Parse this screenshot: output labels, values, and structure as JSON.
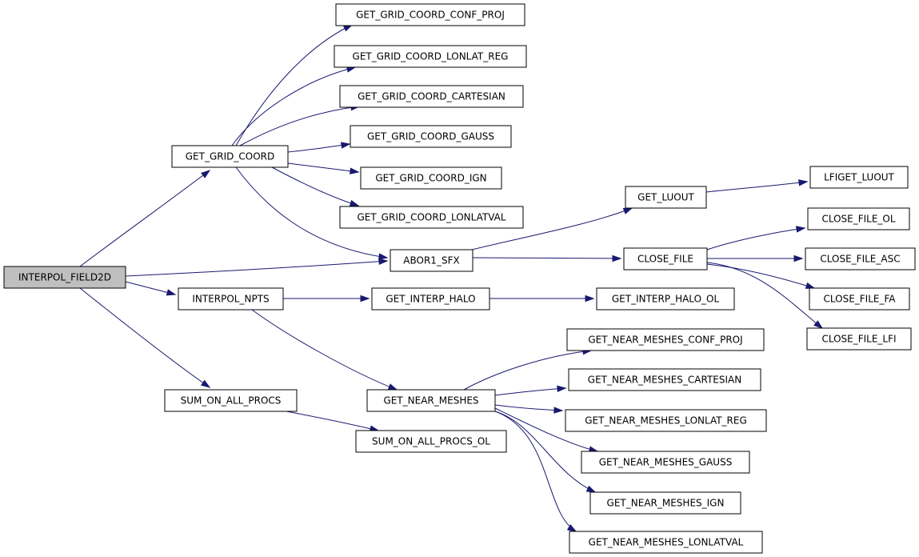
{
  "graph": {
    "nodes": [
      {
        "id": "interpol_field2d",
        "label": "INTERPOL_FIELD2D",
        "root": true
      },
      {
        "id": "get_grid_coord",
        "label": "GET_GRID_COORD"
      },
      {
        "id": "interpol_npts",
        "label": "INTERPOL_NPTS"
      },
      {
        "id": "sum_on_all_procs",
        "label": "SUM_ON_ALL_PROCS"
      },
      {
        "id": "abor1_sfx",
        "label": "ABOR1_SFX"
      },
      {
        "id": "get_grid_coord_conf_proj",
        "label": "GET_GRID_COORD_CONF_PROJ"
      },
      {
        "id": "get_grid_coord_lonlat_reg",
        "label": "GET_GRID_COORD_LONLAT_REG"
      },
      {
        "id": "get_grid_coord_cartesian",
        "label": "GET_GRID_COORD_CARTESIAN"
      },
      {
        "id": "get_grid_coord_gauss",
        "label": "GET_GRID_COORD_GAUSS"
      },
      {
        "id": "get_grid_coord_ign",
        "label": "GET_GRID_COORD_IGN"
      },
      {
        "id": "get_grid_coord_lonlatval",
        "label": "GET_GRID_COORD_LONLATVAL"
      },
      {
        "id": "get_interp_halo",
        "label": "GET_INTERP_HALO"
      },
      {
        "id": "get_near_meshes",
        "label": "GET_NEAR_MESHES"
      },
      {
        "id": "sum_on_all_procs_ol",
        "label": "SUM_ON_ALL_PROCS_OL"
      },
      {
        "id": "get_luout",
        "label": "GET_LUOUT"
      },
      {
        "id": "close_file",
        "label": "CLOSE_FILE"
      },
      {
        "id": "get_interp_halo_ol",
        "label": "GET_INTERP_HALO_OL"
      },
      {
        "id": "get_near_meshes_conf_proj",
        "label": "GET_NEAR_MESHES_CONF_PROJ"
      },
      {
        "id": "get_near_meshes_cartesian",
        "label": "GET_NEAR_MESHES_CARTESIAN"
      },
      {
        "id": "get_near_meshes_lonlat_reg",
        "label": "GET_NEAR_MESHES_LONLAT_REG"
      },
      {
        "id": "get_near_meshes_gauss",
        "label": "GET_NEAR_MESHES_GAUSS"
      },
      {
        "id": "get_near_meshes_ign",
        "label": "GET_NEAR_MESHES_IGN"
      },
      {
        "id": "get_near_meshes_lonlatval",
        "label": "GET_NEAR_MESHES_LONLATVAL"
      },
      {
        "id": "lfiget_luout",
        "label": "LFIGET_LUOUT"
      },
      {
        "id": "close_file_ol",
        "label": "CLOSE_FILE_OL"
      },
      {
        "id": "close_file_asc",
        "label": "CLOSE_FILE_ASC"
      },
      {
        "id": "close_file_fa",
        "label": "CLOSE_FILE_FA"
      },
      {
        "id": "close_file_lfi",
        "label": "CLOSE_FILE_LFI"
      }
    ],
    "edges": [
      {
        "from": "interpol_field2d",
        "to": "get_grid_coord"
      },
      {
        "from": "interpol_field2d",
        "to": "abor1_sfx"
      },
      {
        "from": "interpol_field2d",
        "to": "interpol_npts"
      },
      {
        "from": "interpol_field2d",
        "to": "sum_on_all_procs"
      },
      {
        "from": "get_grid_coord",
        "to": "get_grid_coord_conf_proj"
      },
      {
        "from": "get_grid_coord",
        "to": "get_grid_coord_lonlat_reg"
      },
      {
        "from": "get_grid_coord",
        "to": "get_grid_coord_cartesian"
      },
      {
        "from": "get_grid_coord",
        "to": "get_grid_coord_gauss"
      },
      {
        "from": "get_grid_coord",
        "to": "get_grid_coord_ign"
      },
      {
        "from": "get_grid_coord",
        "to": "get_grid_coord_lonlatval"
      },
      {
        "from": "get_grid_coord",
        "to": "abor1_sfx"
      },
      {
        "from": "abor1_sfx",
        "to": "get_luout"
      },
      {
        "from": "abor1_sfx",
        "to": "close_file"
      },
      {
        "from": "get_luout",
        "to": "lfiget_luout"
      },
      {
        "from": "close_file",
        "to": "close_file_ol"
      },
      {
        "from": "close_file",
        "to": "close_file_asc"
      },
      {
        "from": "close_file",
        "to": "close_file_fa"
      },
      {
        "from": "close_file",
        "to": "close_file_lfi"
      },
      {
        "from": "interpol_npts",
        "to": "get_interp_halo"
      },
      {
        "from": "interpol_npts",
        "to": "get_near_meshes"
      },
      {
        "from": "get_interp_halo",
        "to": "get_interp_halo_ol"
      },
      {
        "from": "sum_on_all_procs",
        "to": "sum_on_all_procs_ol"
      },
      {
        "from": "get_near_meshes",
        "to": "get_near_meshes_conf_proj"
      },
      {
        "from": "get_near_meshes",
        "to": "get_near_meshes_cartesian"
      },
      {
        "from": "get_near_meshes",
        "to": "get_near_meshes_lonlat_reg"
      },
      {
        "from": "get_near_meshes",
        "to": "get_near_meshes_gauss"
      },
      {
        "from": "get_near_meshes",
        "to": "get_near_meshes_ign"
      },
      {
        "from": "get_near_meshes",
        "to": "get_near_meshes_lonlatval"
      }
    ],
    "colors": {
      "edge": "#191970",
      "root_fill": "#bfbfbf",
      "node_fill": "#ffffff",
      "node_stroke": "#000000"
    }
  }
}
